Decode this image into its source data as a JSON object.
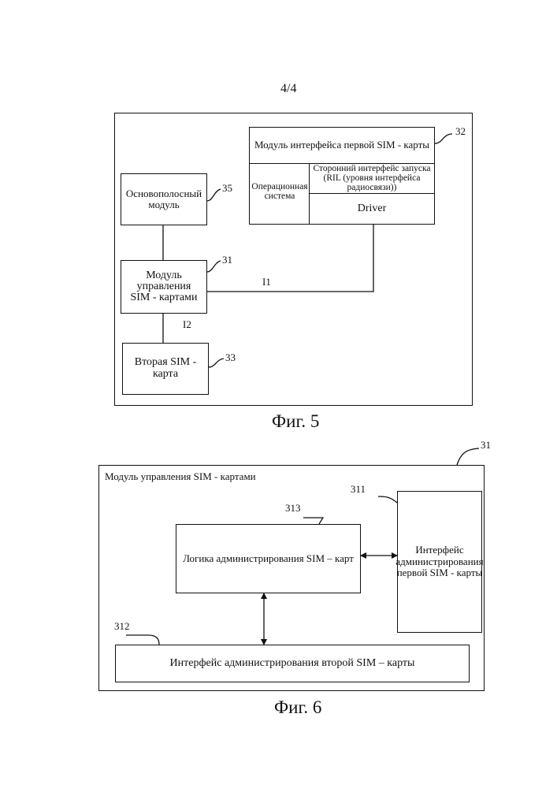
{
  "page_number": "4/4",
  "fig5": {
    "caption": "Фиг. 5",
    "module32": {
      "title": "Модуль интерфейса первой SIM - карты",
      "label": "32",
      "os": "Операционная система",
      "ril": "Сторонний интерфейс запуска (RIL (уровня интерфейса радиосвязи))",
      "driver": "Driver"
    },
    "baseband": {
      "title": "Основополосный модуль",
      "label": "35"
    },
    "sim_mgmt": {
      "title": "Модуль управления SIM - картами",
      "label": "31"
    },
    "second_sim": {
      "title": "Вторая SIM - карта",
      "label": "33"
    },
    "link_i1": "I1",
    "link_i2": "I2"
  },
  "fig6": {
    "caption": "Фиг. 6",
    "outer_title": "Модуль управления SIM - картами",
    "outer_label": "31",
    "logic": {
      "title": "Логика администрирования SIM – карт",
      "label": "313"
    },
    "first_if": {
      "title": "Интерфейс администрирования первой SIM - карты",
      "label": "311"
    },
    "second_if": {
      "title": "Интерфейс администрирования второй SIM – карты",
      "label": "312"
    }
  }
}
